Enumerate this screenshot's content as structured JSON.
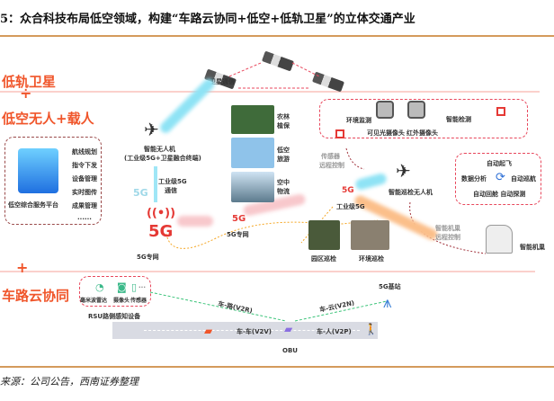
{
  "title": "5：众合科技布局低空领域，构建“车路云协同+低空+低轨卫星”的立体交通产业",
  "sections": {
    "satellite": "低轨卫星",
    "lowalt": "低空无人+载人",
    "v2x": "车路云协同",
    "plus": "+"
  },
  "satellite": {
    "label": "卫星通信"
  },
  "platform": {
    "name": "低空综合服务平台",
    "functions": [
      "航线规划",
      "指令下发",
      "设备管理",
      "实时图传",
      "成果管理",
      "......"
    ]
  },
  "drone": {
    "name": "智能无人机",
    "sub": "(工业级5G+卫星融合终端)",
    "comm": "工业级5G",
    "comm2": "通信"
  },
  "network": {
    "big5g": "5G",
    "net1": "5G专网",
    "small5g": "5G",
    "net2": "5G专网",
    "leaf": "5G"
  },
  "scenes": [
    "农林植保",
    "低空旅游",
    "空中物流"
  ],
  "inspection": {
    "env": "环境监测",
    "visible": "可见光摄像头",
    "infrared": "红外摄像头",
    "smart": "智能检测",
    "sensor1": "传感器",
    "sensor2": "远程控制",
    "drone": "智能巡检无人机",
    "g5": "5G",
    "g5label": "工业级5G",
    "park": "园区巡检",
    "envpatrol": "环境巡检",
    "nest1": "智能机巢",
    "nest2": "远程控制",
    "nest": "智能机巢"
  },
  "auto": {
    "takeoff": "自动起飞",
    "analysis": "数据分析",
    "cruise": "自动巡航",
    "bottom": "自动回舱 自动探测"
  },
  "v2x": {
    "radar": "毫米波雷达",
    "camera": "摄像头",
    "sensor": "传感器",
    "more": "...",
    "rsu": "RSU路侧感知设备",
    "base": "5G基站",
    "v2r": "车-路(V2R)",
    "v2n": "车-云(V2N)",
    "v2v": "车-车(V2V)",
    "v2p": "车-人(V2P)",
    "obu": "OBU"
  },
  "source": "来源：公司公告，西南证券整理"
}
